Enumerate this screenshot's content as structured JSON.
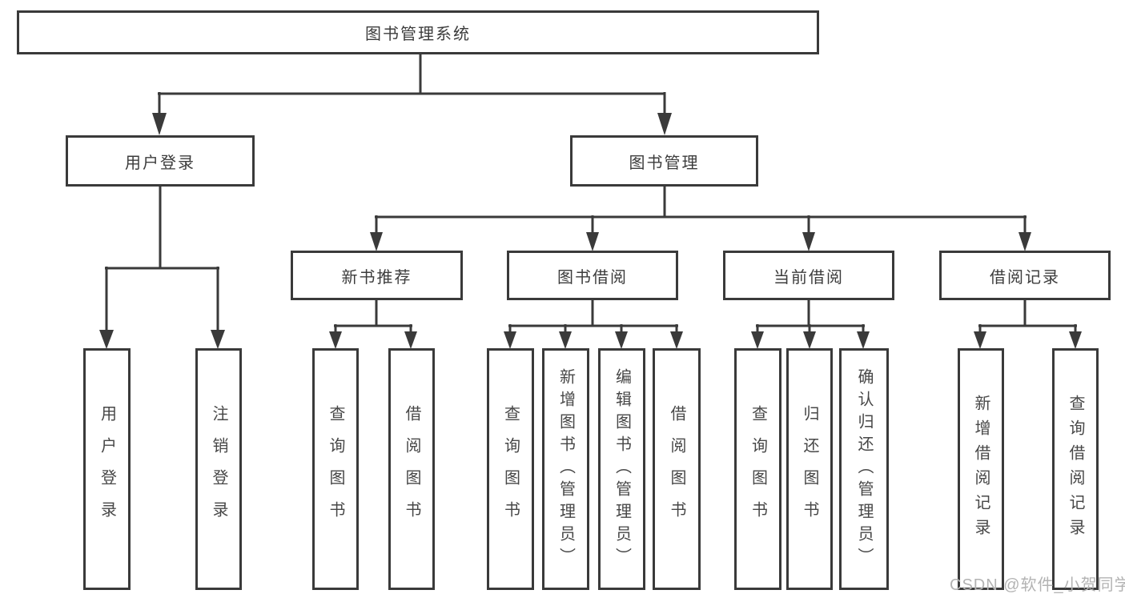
{
  "diagram": {
    "root": "图书管理系统",
    "level2": {
      "user_login": "用户登录",
      "book_management": "图书管理"
    },
    "level3": {
      "new_book_recommend": "新书推荐",
      "book_borrow": "图书借阅",
      "current_borrow": "当前借阅",
      "borrow_records": "借阅记录"
    },
    "leaves": {
      "user_login": [
        "用户登录",
        "注销登录"
      ],
      "new_book_recommend": [
        "查询图书",
        "借阅图书"
      ],
      "book_borrow": [
        "查询图书",
        "新增图书（管理员）",
        "编辑图书（管理员）",
        "借阅图书"
      ],
      "current_borrow": [
        "查询图书",
        "归还图书",
        "确认归还（管理员）"
      ],
      "borrow_records": [
        "新增借阅记录",
        "查询借阅记录"
      ]
    }
  },
  "watermark": "CSDN @软件_小贺同学",
  "colors": {
    "line": "#3a3a3a",
    "node_text": "#3c3c3c",
    "leaf_text": "#474747",
    "watermark": "#b3b3b3",
    "background": "#ffffff"
  }
}
